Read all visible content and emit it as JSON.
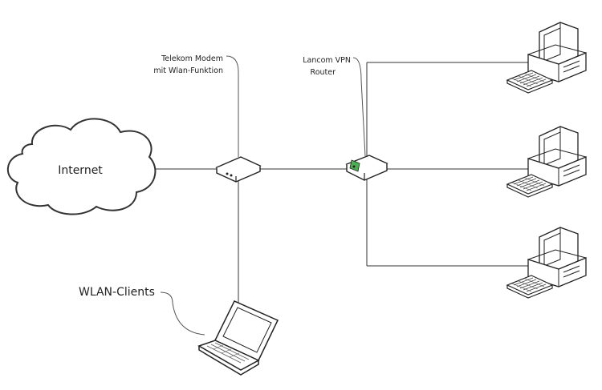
{
  "nodes": {
    "internet": {
      "label": "Internet",
      "icon": "cloud-icon"
    },
    "modem": {
      "label_line1": "Telekom Modem",
      "label_line2": "mit Wlan-Funktion",
      "icon": "modem-icon"
    },
    "vpn_router": {
      "label_line1": "Lancom VPN",
      "label_line2": "Router",
      "icon": "router-icon"
    },
    "wlan_clients": {
      "label": "WLAN-Clients",
      "icon": "laptop-icon"
    },
    "desktops": [
      {
        "icon": "desktop-computer-icon"
      },
      {
        "icon": "desktop-computer-icon"
      },
      {
        "icon": "desktop-computer-icon"
      }
    ]
  },
  "colors": {
    "line": "#333333",
    "device_fill": "#ffffff",
    "router_accent": "#4caf50"
  }
}
